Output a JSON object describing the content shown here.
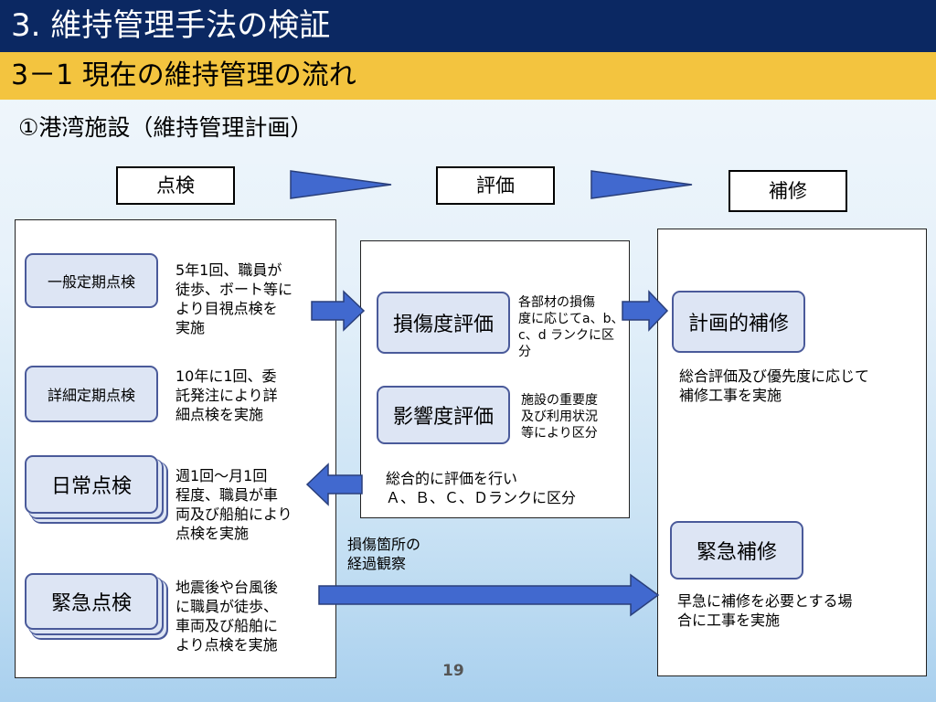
{
  "header": {
    "title": "3.  維持管理手法の検証",
    "subtitle": "3－1  現在の維持管理の流れ"
  },
  "section_heading": "①港湾施設（維持管理計画）",
  "stages": {
    "inspection": "点検",
    "evaluation": "評価",
    "repair": "補修"
  },
  "inspection": {
    "general": {
      "label": "一般定期点検",
      "desc": [
        "5年1回、職員が",
        "徒歩、ボート等に",
        "より目視点検を",
        "実施"
      ]
    },
    "detailed": {
      "label": "詳細定期点検",
      "desc": [
        "10年に1回、委",
        "託発注により詳",
        "細点検を実施"
      ]
    },
    "daily": {
      "label": "日常点検",
      "desc": [
        "週1回～月1回",
        "程度、職員が車",
        "両及び船舶により",
        "点検を実施"
      ]
    },
    "emergency": {
      "label": "緊急点検",
      "desc": [
        "地震後や台風後",
        "に職員が徒歩、",
        "車両及び船舶に",
        "より点検を実施"
      ]
    }
  },
  "evaluation": {
    "damage": {
      "label": "損傷度評価",
      "desc": [
        "各部材の損傷",
        "度に応じてa、b、",
        "c、d ランクに区",
        "分"
      ]
    },
    "impact": {
      "label": "影響度評価",
      "desc": [
        "施設の重要度",
        "及び利用状況",
        "等により区分"
      ]
    },
    "summary": [
      "総合的に評価を行い",
      "Ａ、Ｂ、Ｃ、Ｄランクに区分"
    ]
  },
  "observation_note": [
    "損傷箇所の",
    "経過観察"
  ],
  "repair": {
    "planned": {
      "label": "計画的補修",
      "desc": [
        "総合評価及び優先度に応じて",
        "補修工事を実施"
      ]
    },
    "emergency": {
      "label": "緊急補修",
      "desc": [
        "早急に補修を必要とする場",
        "合に工事を実施"
      ]
    }
  },
  "page_number": "19",
  "colors": {
    "title_bar": "#0b2862",
    "subtitle_bar": "#f3c43f",
    "arrow_fill": "#4169cf",
    "node_fill": "#dde5f4",
    "node_border": "#4a5a9a"
  }
}
